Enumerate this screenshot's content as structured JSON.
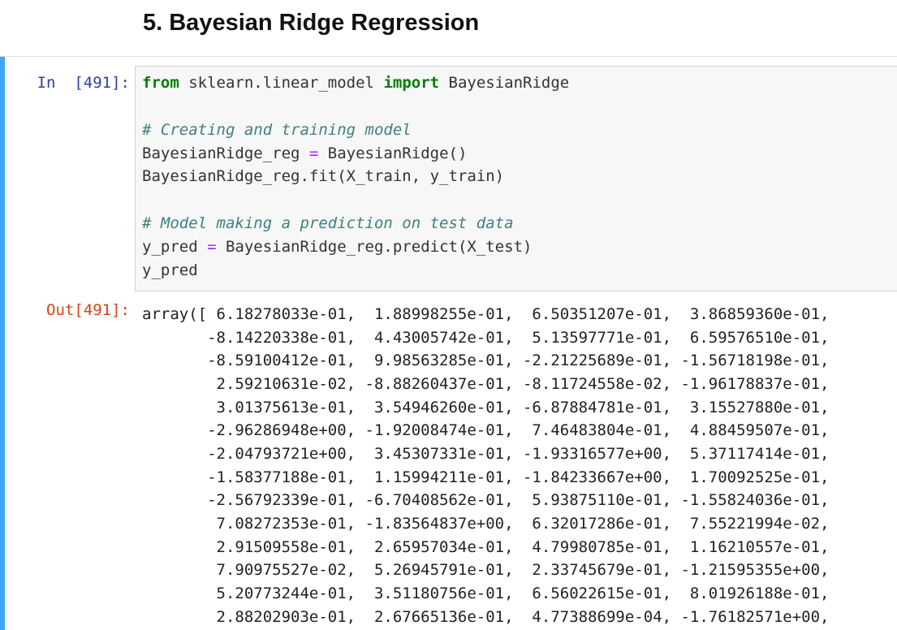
{
  "markdown": {
    "heading": "5. Bayesian Ridge Regression"
  },
  "code_cell": {
    "in_prompt": "In  [491]:",
    "out_prompt": "Out[491]:",
    "code": {
      "line1": {
        "kw1": "from",
        "mod": " sklearn.linear_model ",
        "kw2": "import",
        "name": " BayesianRidge"
      },
      "comment1": "# Creating and training model",
      "line3": {
        "lhs": "BayesianRidge_reg ",
        "eq": "=",
        "rhs": " BayesianRidge()"
      },
      "line4": "BayesianRidge_reg.fit(X_train, y_train)",
      "comment2": "# Model making a prediction on test data",
      "line6": {
        "lhs": "y_pred ",
        "eq": "=",
        "rhs": " BayesianRidge_reg.predict(X_test)"
      },
      "line7": "y_pred"
    },
    "output_lines": [
      "array([ 6.18278033e-01,  1.88998255e-01,  6.50351207e-01,  3.86859360e-01,",
      "       -8.14220338e-01,  4.43005742e-01,  5.13597771e-01,  6.59576510e-01,",
      "       -8.59100412e-01,  9.98563285e-01, -2.21225689e-01, -1.56718198e-01,",
      "        2.59210631e-02, -8.88260437e-01, -8.11724558e-02, -1.96178837e-01,",
      "        3.01375613e-01,  3.54946260e-01, -6.87884781e-01,  3.15527880e-01,",
      "       -2.96286948e+00, -1.92008474e-01,  7.46483804e-01,  4.88459507e-01,",
      "       -2.04793721e+00,  3.45307331e-01, -1.93316577e+00,  5.37117414e-01,",
      "       -1.58377188e-01,  1.15994211e-01, -1.84233667e+00,  1.70092525e-01,",
      "       -2.56792339e-01, -6.70408562e-01,  5.93875110e-01, -1.55824036e-01,",
      "        7.08272353e-01, -1.83564837e+00,  6.32017286e-01,  7.55221994e-02,",
      "        2.91509558e-01,  2.65957034e-01,  4.79980785e-01,  1.16210557e-01,",
      "        7.90975527e-02,  5.26945791e-01,  2.33745679e-01, -1.21595355e+00,",
      "        5.20773244e-01,  3.51180756e-01,  6.56022615e-01,  8.01926188e-01,",
      "        2.88202903e-01,  2.67665136e-01,  4.77388699e-04, -1.76182571e+00,"
    ]
  }
}
